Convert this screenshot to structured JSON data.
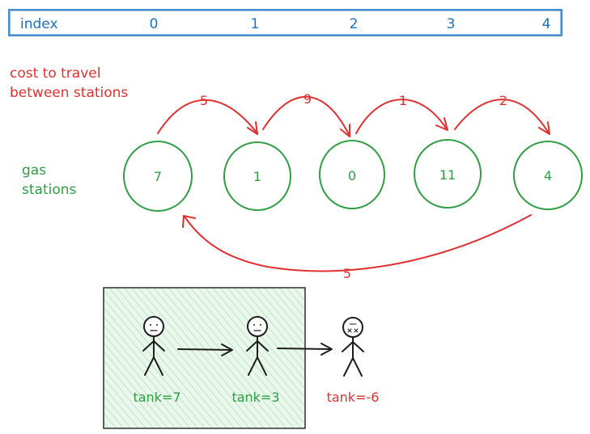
{
  "colors": {
    "blue": "#1971c2",
    "red": "#e03131",
    "green": "#2f9e44",
    "black": "#1e1e1e",
    "green_fill": "#d3f0d8"
  },
  "index_bar": {
    "label": "index",
    "values": [
      "0",
      "1",
      "2",
      "3",
      "4"
    ]
  },
  "cost_label": {
    "line1": "cost to travel",
    "line2": "between stations"
  },
  "gas_label": {
    "line1": "gas",
    "line2": "stations"
  },
  "stations": [
    "7",
    "1",
    "0",
    "11",
    "4"
  ],
  "costs": [
    "5",
    "9",
    "1",
    "2"
  ],
  "return_cost": "5",
  "people": [
    {
      "label": "tank=7",
      "color_key": "green",
      "mood": "neutral"
    },
    {
      "label": "tank=3",
      "color_key": "green",
      "mood": "neutral"
    },
    {
      "label": "tank=-6",
      "color_key": "red",
      "mood": "dead"
    }
  ]
}
